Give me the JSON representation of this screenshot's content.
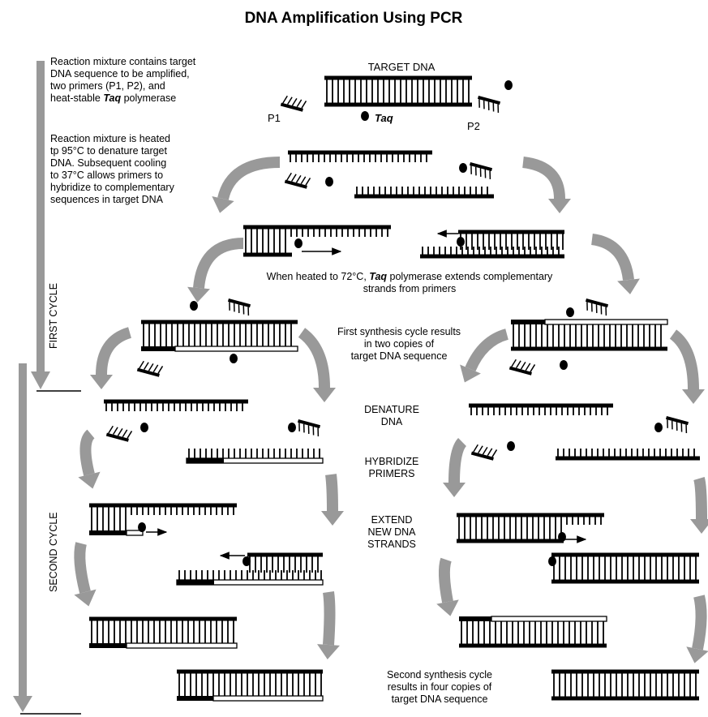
{
  "title": "DNA Amplification Using PCR",
  "intro": {
    "line1": "Reaction mixture contains target",
    "line2": "DNA sequence to be amplified,",
    "line3": "two primers (P1, P2), and",
    "line4_prefix": "heat-stable ",
    "line4_italic": "Taq",
    "line4_suffix": " polymerase"
  },
  "denature_note": [
    "Reaction mixture is heated",
    "tp 95°C to denature target",
    "DNA.  Subsequent cooling",
    "to 37°C allows primers to",
    "hybridize to complementary",
    "sequences in target DNA"
  ],
  "labels": {
    "target_dna": "TARGET DNA",
    "p1": "P1",
    "p2": "P2",
    "taq": "Taq"
  },
  "extend_note": {
    "prefix": "When heated to 72°C, ",
    "italic": "Taq",
    "suffix": " polymerase extends complementary",
    "line2": "strands from primers"
  },
  "first_result": [
    "First synthesis cycle results",
    "in two copies of",
    "target DNA sequence"
  ],
  "steps": {
    "denature": [
      "DENATURE",
      "DNA"
    ],
    "hybridize": [
      "HYBRIDIZE",
      "PRIMERS"
    ],
    "extend": [
      "EXTEND",
      "NEW DNA",
      "STRANDS"
    ]
  },
  "second_result": [
    "Second synthesis cycle",
    "results in four copies of",
    "target DNA sequence"
  ],
  "cycles": {
    "first": "FIRST CYCLE",
    "second": "SECOND CYCLE"
  },
  "colors": {
    "strand": "#000000",
    "arrow": "#999999",
    "new_strand": "#ffffff"
  }
}
